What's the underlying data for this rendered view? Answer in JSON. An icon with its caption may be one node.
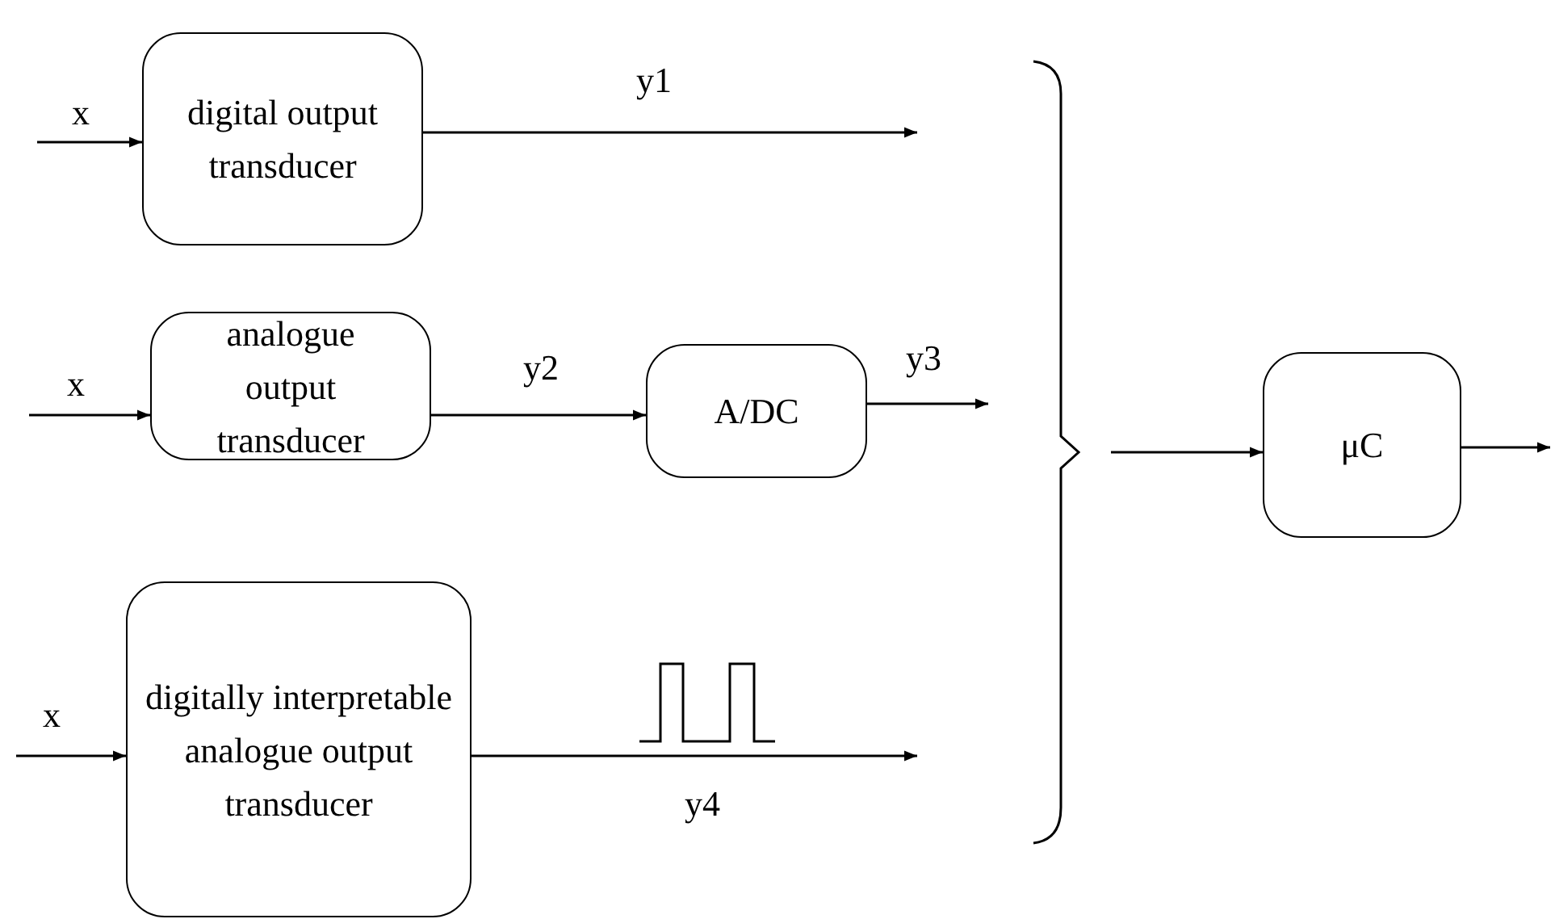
{
  "diagram": {
    "nodes": [
      {
        "text": [
          "digital output transducer"
        ]
      },
      {
        "text": [
          "analogue output transducer"
        ]
      },
      {
        "text": [
          "A/DC"
        ]
      },
      {
        "text": [
          "digitally interpretable analogue output transducer"
        ]
      },
      {
        "text": [
          "μC"
        ]
      }
    ],
    "edges": [
      {
        "from": null,
        "to": 0,
        "arrow": "to",
        "label": "x"
      },
      {
        "from": 0,
        "to": null,
        "arrow": "to",
        "label": "y1"
      },
      {
        "from": null,
        "to": 1,
        "arrow": "to",
        "label": "x"
      },
      {
        "from": 1,
        "to": 2,
        "arrow": "to",
        "label": "y2"
      },
      {
        "from": 2,
        "to": null,
        "arrow": "to",
        "label": "y3"
      },
      {
        "from": null,
        "to": 3,
        "arrow": "to",
        "label": "x"
      },
      {
        "from": 3,
        "to": null,
        "arrow": "to",
        "label": "y4"
      },
      {
        "from": null,
        "to": 4,
        "arrow": "to"
      },
      {
        "from": 4,
        "to": null,
        "arrow": "to"
      }
    ]
  }
}
